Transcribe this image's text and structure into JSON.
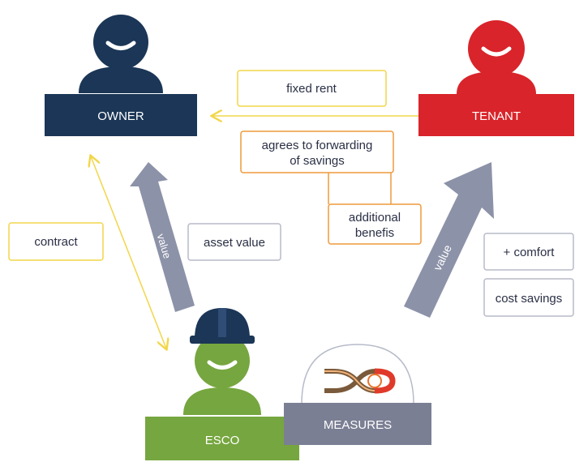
{
  "colors": {
    "owner": "#1b3656",
    "tenant": "#d8242a",
    "esco": "#76a63f",
    "measures": "#7b7f94",
    "value_arrow": "#8c92a8",
    "yellow_border": "#f2d64a",
    "orange_border": "#ee9a3c",
    "gray_border": "#b7bbc9",
    "text": "#2a2f45"
  },
  "actors": {
    "owner": {
      "label": "OWNER",
      "icon": "person-icon"
    },
    "tenant": {
      "label": "TENANT",
      "icon": "person-icon"
    },
    "esco": {
      "label": "ESCO",
      "icon": "worker-hardhat-icon"
    }
  },
  "measures": {
    "label": "MEASURES",
    "icon": "insulated-pipe-icon"
  },
  "boxes": {
    "fixed_rent": "fixed rent",
    "agrees_line1": "agrees to forwarding",
    "agrees_line2": "of savings",
    "additional_line1": "additional",
    "additional_line2": "benefis",
    "contract": "contract",
    "asset_value": "asset value",
    "comfort": "+ comfort",
    "cost_savings": "cost savings"
  },
  "arrows": {
    "value_left": "value",
    "value_right": "value"
  }
}
